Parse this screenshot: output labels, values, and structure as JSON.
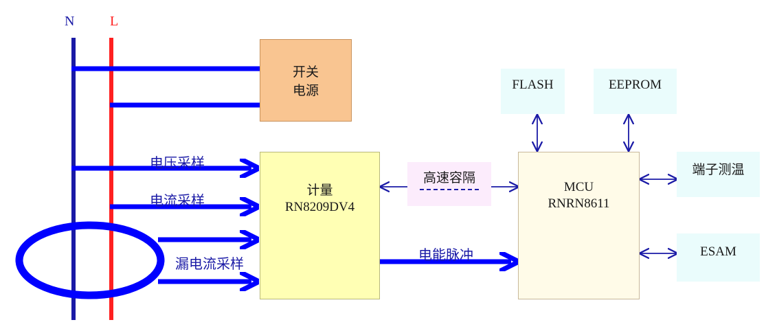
{
  "lines": {
    "neutral": "N",
    "live": "L"
  },
  "blocks": {
    "switch_psu": {
      "line1": "开关",
      "line2": "电源"
    },
    "metering": {
      "line1": "计量",
      "line2": "RN8209DV4"
    },
    "mcu": {
      "line1": "MCU",
      "line2": "RNRN8611"
    },
    "flash": "FLASH",
    "eeprom": "EEPROM",
    "terminal_temp": "端子测温",
    "esam": "ESAM",
    "isolation": "高速容隔"
  },
  "signals": {
    "voltage_sampling": "电压采样",
    "current_sampling": "电流采样",
    "leakage_sampling": "漏电流采样",
    "energy_pulse": "电能脉冲"
  },
  "colors": {
    "neutral": "#1a1aa6",
    "live": "#ff2020",
    "wire": "#0000ff",
    "psu_fill": "#f9c591",
    "meter_fill": "#ffffb4",
    "mcu_fill": "#fffbe8",
    "periph_fill": "#eafcfc",
    "iso_fill": "#fcecfc"
  }
}
